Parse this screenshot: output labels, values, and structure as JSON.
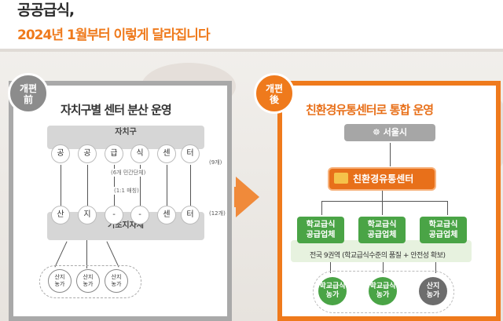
{
  "header": {
    "title_line1": "공공급식,",
    "title_line2": "2024년 1월부터 이렇게 달라집니다"
  },
  "colors": {
    "accent": "#ef7a1c",
    "grey": "#a9a9a9",
    "green": "#4aa446"
  },
  "before": {
    "badge": "개편\n前",
    "badge_top": "개편",
    "badge_bottom": "前",
    "title": "자치구별 센터 분산 운영",
    "top_bar": "자치구",
    "top_nodes": [
      "공",
      "공",
      "급",
      "식",
      "센",
      "터"
    ],
    "top_count": "(9개)",
    "note_private": "(6개 민간단체)",
    "note_match": "(1:1 매칭)",
    "bottom_nodes": [
      "산",
      "지",
      "-",
      "-",
      "센",
      "터"
    ],
    "bottom_count": "(12개)",
    "bottom_bar": "기초지자체",
    "farms": [
      {
        "top": "산지",
        "bottom": "농가"
      },
      {
        "top": "산지",
        "bottom": "농가"
      },
      {
        "top": "산지",
        "bottom": "농가"
      }
    ]
  },
  "after": {
    "badge_top": "개편",
    "badge_bottom": "後",
    "title": "친환경유통센터로 통합 운영",
    "seoul": "서울시",
    "center": "친환경유통센터",
    "suppliers": [
      {
        "top": "학교급식",
        "bottom": "공급업체"
      },
      {
        "top": "학교급식",
        "bottom": "공급업체"
      },
      {
        "top": "학교급식",
        "bottom": "공급업체"
      }
    ],
    "nation_note": "전국 9권역 (학교급식수준의 품질 + 안전성 확보)",
    "farms": [
      {
        "top": "학교급식",
        "bottom": "농가"
      },
      {
        "top": "학교급식",
        "bottom": "농가"
      },
      {
        "top": "산지",
        "bottom": "농가"
      }
    ]
  }
}
